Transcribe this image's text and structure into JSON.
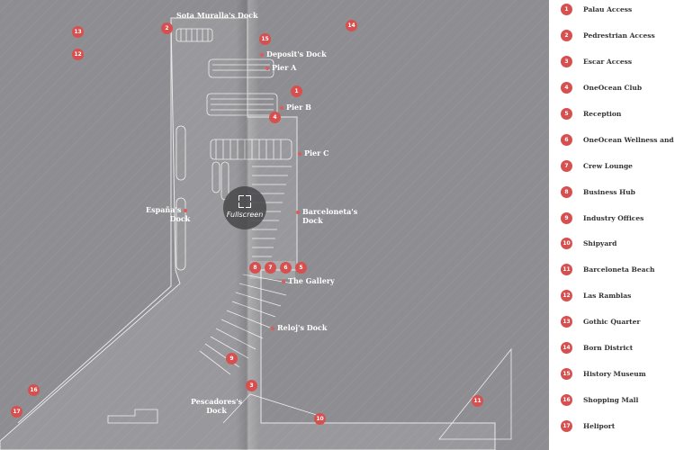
{
  "fullscreen_label": "Fullscreen",
  "legend": [
    {
      "num": "1",
      "label": "Palau Access"
    },
    {
      "num": "2",
      "label": "Pedrestrian Access"
    },
    {
      "num": "3",
      "label": "Escar Access"
    },
    {
      "num": "4",
      "label": "OneOcean Club"
    },
    {
      "num": "5",
      "label": "Reception"
    },
    {
      "num": "6",
      "label": "OneOcean Wellness and Gym"
    },
    {
      "num": "7",
      "label": "Crew Lounge"
    },
    {
      "num": "8",
      "label": "Business Hub"
    },
    {
      "num": "9",
      "label": "Industry Offices"
    },
    {
      "num": "10",
      "label": "Shipyard"
    },
    {
      "num": "11",
      "label": "Barceloneta Beach"
    },
    {
      "num": "12",
      "label": "Las Ramblas"
    },
    {
      "num": "13",
      "label": "Gothic Quarter"
    },
    {
      "num": "14",
      "label": "Born District"
    },
    {
      "num": "15",
      "label": "History Museum"
    },
    {
      "num": "16",
      "label": "Shopping Mall"
    },
    {
      "num": "17",
      "label": "Heliport"
    }
  ],
  "map_labels": {
    "sota": "Sota Muralla's Dock",
    "deposit": "Deposit's Dock",
    "pier_a": "Pier A",
    "pier_b": "Pier B",
    "pier_c": "Pier C",
    "espana_1": "España's",
    "espana_2": "Dock",
    "barceloneta_1": "Barceloneta's",
    "barceloneta_2": "Dock",
    "gallery": "The Gallery",
    "reloj": "Reloj's Dock",
    "pescadores_1": "Pescadores's",
    "pescadores_2": "Dock"
  },
  "map_markers": {
    "m2": "2",
    "m13a": "13",
    "m12": "12",
    "m15": "15",
    "m14": "14",
    "m1": "1",
    "m4": "4",
    "m8": "8",
    "m7": "7",
    "m6": "6",
    "m5": "5",
    "m9": "9",
    "m3": "3",
    "m10": "10",
    "m11": "11",
    "m16": "16",
    "m17": "17"
  }
}
